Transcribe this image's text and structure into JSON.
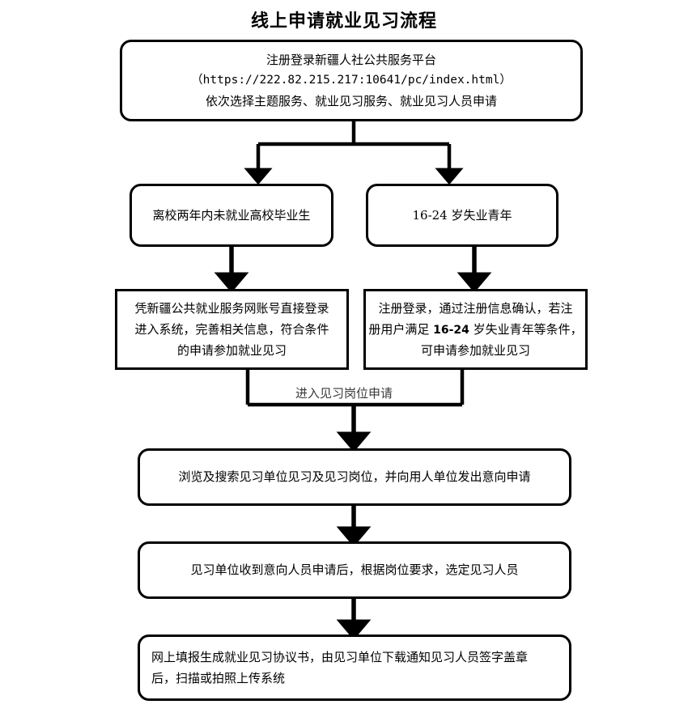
{
  "document": {
    "title": "线上申请就业见习流程"
  },
  "colors": {
    "stroke": "#000000",
    "background": "#ffffff",
    "text": "#000000",
    "edge_label_text": "#3a3a3a"
  },
  "flowchart": {
    "type": "flowchart",
    "orientation": "top-to-bottom",
    "nodes": [
      {
        "id": "n1",
        "shape": "rounded-rectangle",
        "align": "center",
        "lines": [
          "注册登录新疆人社公共服务平台",
          "（https://222.82.215.217:10641/pc/index.html）",
          "依次选择主题服务、就业见习服务、就业见习人员申请"
        ],
        "url": "https://222.82.215.217:10641/pc/index.html"
      },
      {
        "id": "n2a",
        "shape": "rounded-rectangle",
        "align": "center",
        "lines": [
          "离校两年内未就业高校毕业生"
        ]
      },
      {
        "id": "n2b",
        "shape": "rounded-rectangle",
        "align": "center",
        "lines": [
          "16-24 岁失业青年"
        ]
      },
      {
        "id": "n3a",
        "shape": "rectangle",
        "align": "center",
        "lines": [
          "凭新疆公共就业服务网账号直接登录",
          "进入系统，完善相关信息，符合条件",
          "的申请参加就业见习"
        ]
      },
      {
        "id": "n3b",
        "shape": "rectangle",
        "align": "center",
        "lines": [
          "注册登录，通过注册信息确认，若注",
          "册用户满足 16-24 岁失业青年等条件，",
          "可申请参加就业见习"
        ],
        "emphasis": "16-24"
      },
      {
        "id": "n4",
        "shape": "rounded-rectangle",
        "align": "center",
        "lines": [
          "浏览及搜索见习单位见习及见习岗位，并向用人单位发出意向申请"
        ]
      },
      {
        "id": "n5",
        "shape": "rounded-rectangle",
        "align": "center",
        "lines": [
          "见习单位收到意向人员申请后，根据岗位要求，选定见习人员"
        ]
      },
      {
        "id": "n6",
        "shape": "rounded-rectangle",
        "align": "left",
        "lines": [
          "网上填报生成就业见习协议书，由见习单位下载通知见习人员签字盖章",
          "后，扫描或拍照上传系统"
        ]
      }
    ],
    "edges": [
      {
        "from": "n1",
        "to": "n2a",
        "label": ""
      },
      {
        "from": "n1",
        "to": "n2b",
        "label": ""
      },
      {
        "from": "n2a",
        "to": "n3a",
        "label": ""
      },
      {
        "from": "n2b",
        "to": "n3b",
        "label": ""
      },
      {
        "from": "n3a",
        "to": "n4",
        "label": "进入见习岗位申请"
      },
      {
        "from": "n3b",
        "to": "n4",
        "label": "进入见习岗位申请"
      },
      {
        "from": "n4",
        "to": "n5",
        "label": ""
      },
      {
        "from": "n5",
        "to": "n6",
        "label": ""
      }
    ],
    "edge_labels": {
      "merge_to_n4": "进入见习岗位申请"
    }
  }
}
